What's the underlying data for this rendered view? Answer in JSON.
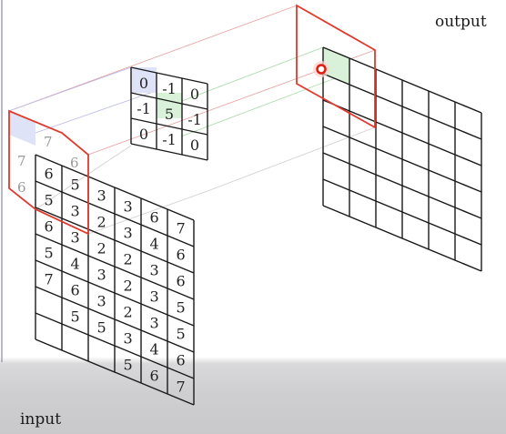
{
  "labels": {
    "output": "output",
    "input": "input"
  },
  "kernel": {
    "rows": [
      [
        "0",
        "-1",
        "0"
      ],
      [
        "-1",
        "5",
        "-1"
      ],
      [
        "0",
        "-1",
        "0"
      ]
    ]
  },
  "input": {
    "padding_row": [
      "7",
      "7",
      "6"
    ],
    "padding_col": [
      "7",
      "6"
    ],
    "rows": [
      [
        "7",
        "6",
        "",
        "",
        "",
        "",
        ""
      ],
      [
        "6",
        "4",
        "5",
        "5",
        "",
        "",
        ""
      ],
      [
        "5",
        "3",
        "3",
        "5",
        "6",
        "7",
        ""
      ],
      [
        "5",
        "3",
        "2",
        "3",
        "4",
        "6",
        ""
      ],
      [
        "5",
        "3",
        "2",
        "2",
        "3",
        "6",
        ""
      ],
      [
        "6",
        "4",
        "3",
        "2",
        "3",
        "5",
        ""
      ],
      [
        "7",
        "6",
        "3",
        "2",
        "3",
        "5",
        ""
      ]
    ],
    "diag": [
      [
        "6",
        "5",
        "3",
        "3",
        "6",
        "7"
      ],
      [
        "5",
        "3",
        "2",
        "3",
        "4",
        "6"
      ],
      [
        "6",
        "3",
        "2",
        "2",
        "3",
        "6"
      ],
      [
        "5",
        "4",
        "3",
        "2",
        "3",
        "5"
      ],
      [
        "7",
        "6",
        "3",
        "2",
        "3",
        "5"
      ],
      [
        "",
        "5",
        "5",
        "3",
        "4",
        "6"
      ],
      [
        "",
        "",
        "",
        "5",
        "6",
        "7"
      ]
    ]
  },
  "colors": {
    "highlight_blue": "#dfe3f7",
    "highlight_green": "#d9f0d9",
    "frame_red": "#e03a2e"
  }
}
